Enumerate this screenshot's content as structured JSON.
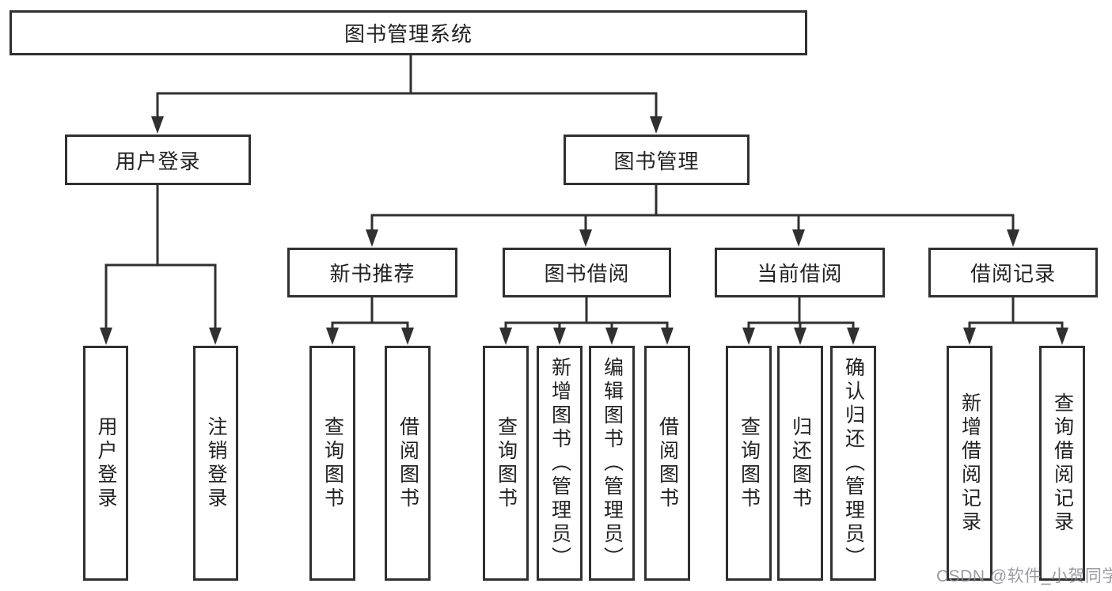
{
  "colors": {
    "line": "#303030",
    "box_border": "#303030",
    "text": "#222222",
    "background": "#ffffff",
    "watermark": "#8a8a8f"
  },
  "watermark": {
    "text": "CSDN @软件_小贺同学"
  },
  "tree": {
    "label": "图书管理系统",
    "children": [
      {
        "label": "用户登录",
        "children": [
          {
            "label": "用户登录"
          },
          {
            "label": "注销登录"
          }
        ]
      },
      {
        "label": "图书管理",
        "children": [
          {
            "label": "新书推荐",
            "children": [
              {
                "label": "查询图书"
              },
              {
                "label": "借阅图书"
              }
            ]
          },
          {
            "label": "图书借阅",
            "children": [
              {
                "label": "查询图书"
              },
              {
                "label": "新增图书（管理员）"
              },
              {
                "label": "编辑图书（管理员）"
              },
              {
                "label": "借阅图书"
              }
            ]
          },
          {
            "label": "当前借阅",
            "children": [
              {
                "label": "查询图书"
              },
              {
                "label": "归还图书"
              },
              {
                "label": "确认归还（管理员）"
              }
            ]
          },
          {
            "label": "借阅记录",
            "children": [
              {
                "label": "新增借阅记录"
              },
              {
                "label": "查询借阅记录"
              }
            ]
          }
        ]
      }
    ]
  }
}
